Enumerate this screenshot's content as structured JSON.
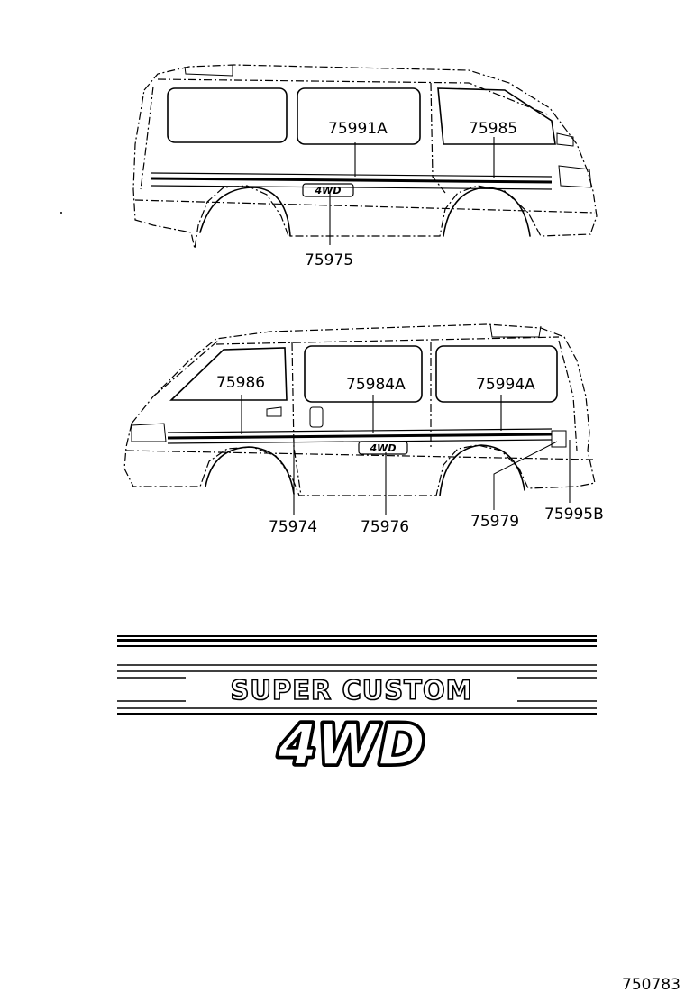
{
  "diagram_id": "750783",
  "van_upper": {
    "callouts": [
      {
        "id": "c-75991a",
        "text": "75991A"
      },
      {
        "id": "c-75985",
        "text": "75985"
      },
      {
        "id": "c-75975",
        "text": "75975"
      }
    ]
  },
  "van_lower": {
    "callouts": [
      {
        "id": "c-75986",
        "text": "75986"
      },
      {
        "id": "c-75984a",
        "text": "75984A"
      },
      {
        "id": "c-75994a",
        "text": "75994A"
      },
      {
        "id": "c-75974",
        "text": "75974"
      },
      {
        "id": "c-75976",
        "text": "75976"
      },
      {
        "id": "c-75979",
        "text": "75979"
      },
      {
        "id": "c-75995b",
        "text": "75995B"
      }
    ]
  },
  "emblem": {
    "super_custom": "SUPER CUSTOM",
    "four_wd": "4WD",
    "small_badge_text": "4WD"
  }
}
